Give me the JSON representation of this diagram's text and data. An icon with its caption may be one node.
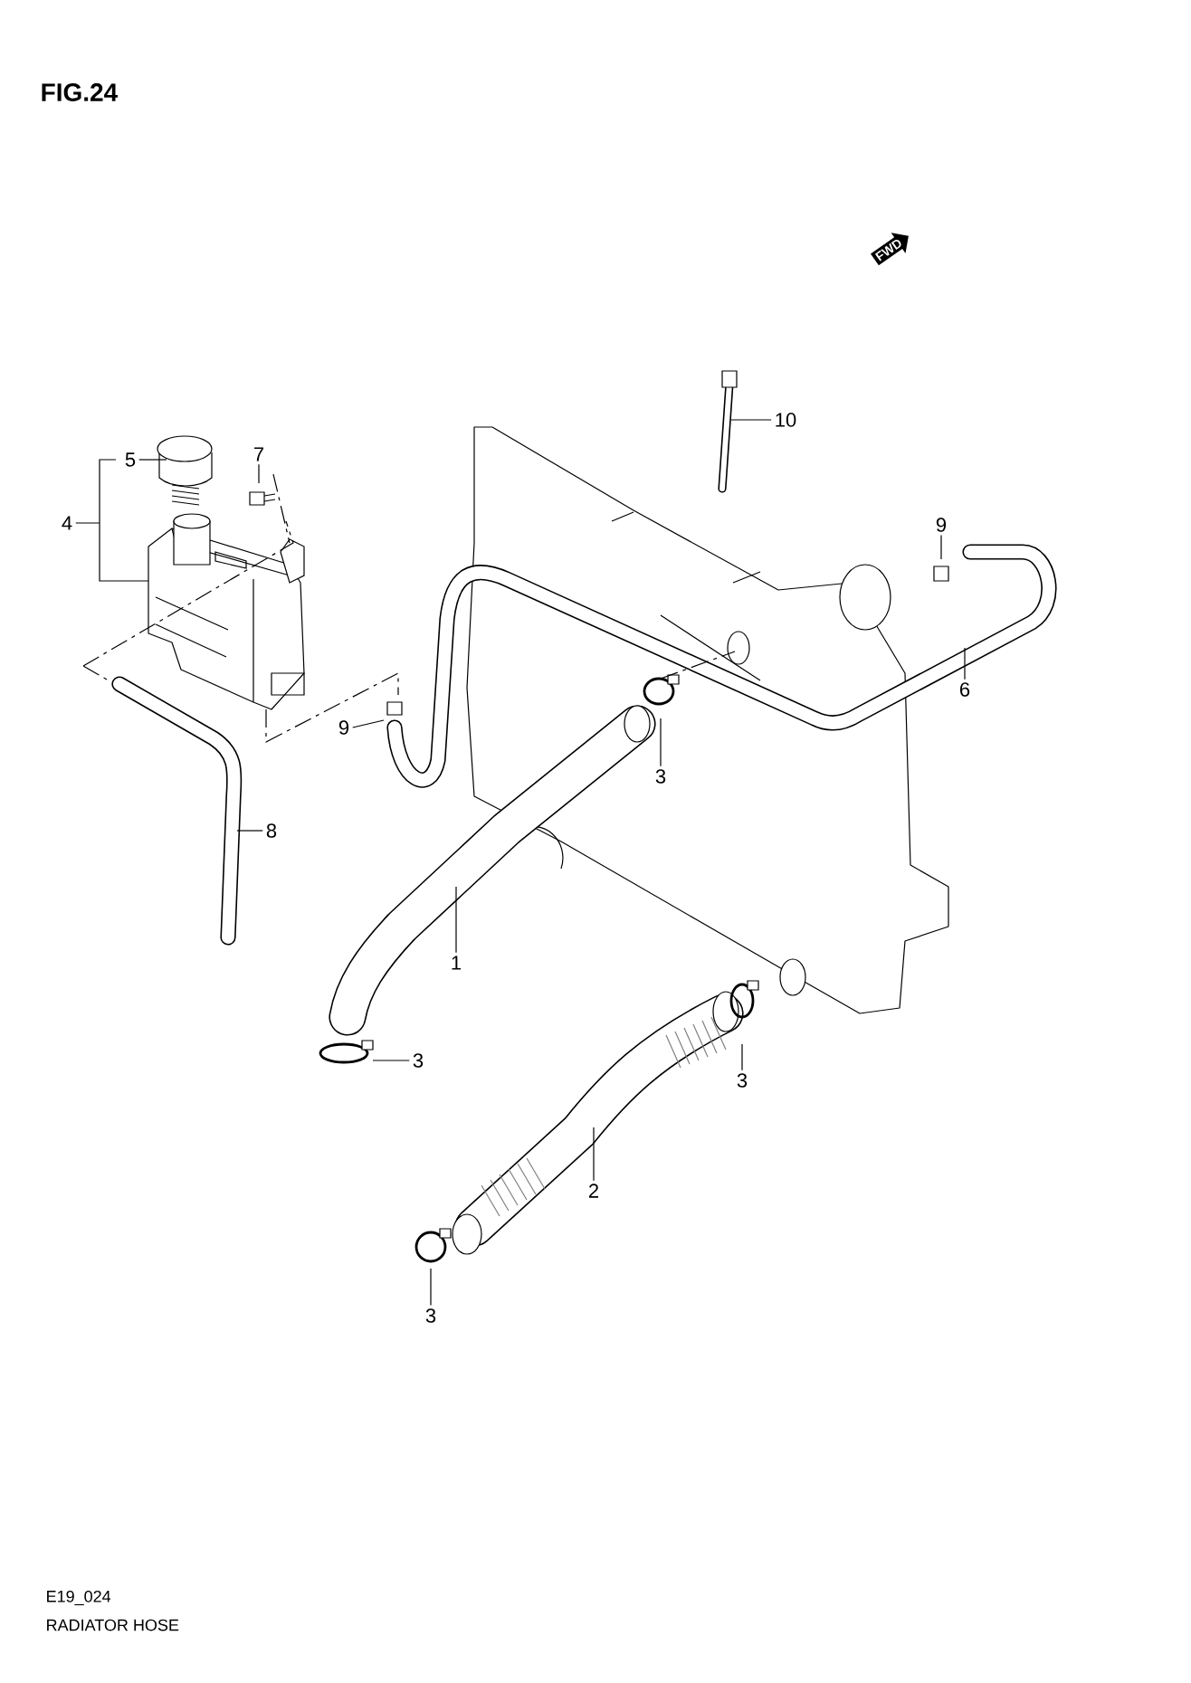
{
  "diagram": {
    "title": "FIG.24",
    "caption": "RADIATOR HOSE",
    "nodes": [
      {
        "text": [
          "10"
        ]
      },
      {
        "text": [
          "7"
        ]
      },
      {
        "text": [
          "5"
        ]
      },
      {
        "text": [
          "4"
        ]
      },
      {
        "text": [
          "9"
        ]
      },
      {
        "text": [
          "6"
        ]
      },
      {
        "text": [
          "9"
        ]
      },
      {
        "text": [
          "3"
        ]
      },
      {
        "text": [
          "8"
        ]
      },
      {
        "text": [
          "1"
        ]
      },
      {
        "text": [
          "3"
        ]
      },
      {
        "text": [
          "3"
        ]
      },
      {
        "text": [
          "2"
        ]
      },
      {
        "text": [
          "3"
        ]
      }
    ],
    "edges": [
      {
        "from": 0,
        "to": null,
        "arrow": "none"
      },
      {
        "from": 1,
        "to": null,
        "arrow": "none"
      },
      {
        "from": 2,
        "to": null,
        "arrow": "none"
      },
      {
        "from": 3,
        "to": null,
        "arrow": "none"
      },
      {
        "from": 4,
        "to": null,
        "arrow": "none"
      },
      {
        "from": 5,
        "to": null,
        "arrow": "none"
      },
      {
        "from": 6,
        "to": null,
        "arrow": "none"
      },
      {
        "from": 7,
        "to": null,
        "arrow": "none"
      },
      {
        "from": 8,
        "to": null,
        "arrow": "none"
      },
      {
        "from": 9,
        "to": null,
        "arrow": "none"
      },
      {
        "from": 10,
        "to": null,
        "arrow": "none"
      },
      {
        "from": 11,
        "to": null,
        "arrow": "none"
      },
      {
        "from": 12,
        "to": null,
        "arrow": "none"
      },
      {
        "from": 13,
        "to": null,
        "arrow": "none"
      }
    ],
    "labels": [
      "FWD",
      "E19_024"
    ]
  }
}
